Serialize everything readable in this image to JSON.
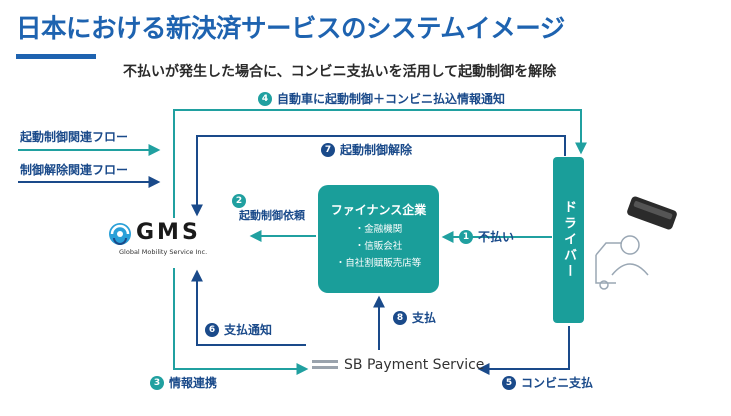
{
  "title": "日本における新決済サービスのシステムイメージ",
  "subtitle": "不払いが発生した場合に、コンビニ支払いを活用して起動制御を解除",
  "legend": {
    "flow1": "起動制御関連フロー",
    "flow2": "制御解除関連フロー"
  },
  "gms": {
    "logo_text": "GMS",
    "full_name": "Global Mobility Service Inc."
  },
  "finance": {
    "title": "ファイナンス企業",
    "items": [
      "・金融機関",
      "・信販会社",
      "・自社割賦販売店等"
    ]
  },
  "driver_label": "ドライバー",
  "sbps_name": "SB Payment Service",
  "steps": [
    {
      "num": "1",
      "label": "不払い"
    },
    {
      "num": "2",
      "label": "起動制御依頼"
    },
    {
      "num": "3",
      "label": "情報連携"
    },
    {
      "num": "4",
      "label": "自動車に起動制御＋コンビニ払込情報通知"
    },
    {
      "num": "5",
      "label": "コンビニ支払"
    },
    {
      "num": "6",
      "label": "支払通知"
    },
    {
      "num": "7",
      "label": "起動制御解除"
    },
    {
      "num": "8",
      "label": "支払"
    }
  ],
  "colors": {
    "brand_blue": "#1e63b0",
    "teal": "#1a9e9a",
    "navy": "#1a4a8a"
  }
}
